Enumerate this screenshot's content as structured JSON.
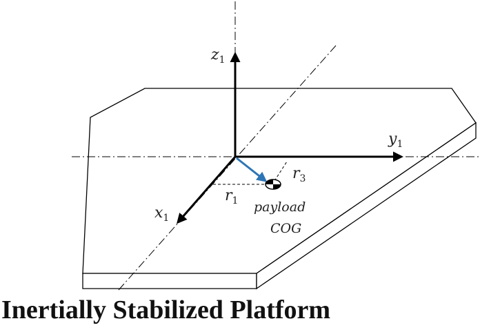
{
  "labels": {
    "z1": {
      "base": "z",
      "sub": "1"
    },
    "y1": {
      "base": "y",
      "sub": "1"
    },
    "x1": {
      "base": "x",
      "sub": "1"
    },
    "r1": {
      "base": "r",
      "sub": "1"
    },
    "r3": {
      "base": "r",
      "sub": "3"
    },
    "payload": "payload",
    "cog": "COG"
  },
  "caption": "Inertially Stabilized Platform",
  "colors": {
    "line": "#000000",
    "r_vector": "#2e75b6"
  }
}
